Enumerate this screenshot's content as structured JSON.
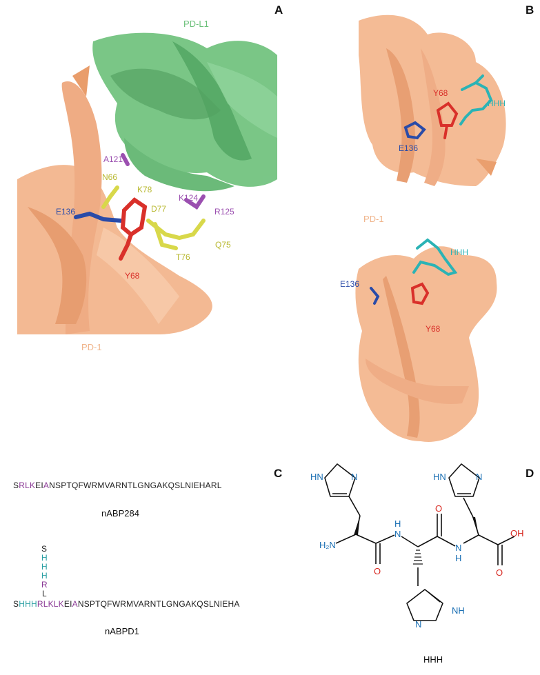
{
  "panels": {
    "a": "A",
    "b": "B",
    "c": "C",
    "d": "D"
  },
  "panel_a": {
    "pdl1_label": "PD-L1",
    "pd1_label": "PD-1",
    "residues": {
      "a121": "A121",
      "n66": "N66",
      "k78": "K78",
      "k124": "K124",
      "r125": "R125",
      "e136": "E136",
      "d77": "D77",
      "q75": "Q75",
      "t76": "T76",
      "y68": "Y68"
    }
  },
  "panel_b": {
    "pd1_label": "PD-1",
    "top": {
      "y68": "Y68",
      "hhh": "HHH",
      "e136": "E136"
    },
    "bottom": {
      "hhh": "HHH",
      "e136": "E136",
      "y68": "Y68"
    }
  },
  "panel_c": {
    "seq1": {
      "prefix": "S",
      "purple": "RLK",
      "mid": "EI",
      "purple2": "A",
      "rest": "NSPTQFWRMVARNTLGNGAKQSLNIEHARL"
    },
    "name1": "nABP284",
    "branch": [
      "S",
      "H",
      "H",
      "H",
      "R",
      "L"
    ],
    "seq2": {
      "prefix": "S",
      "teal": "HHH",
      "purple": "RLKLK",
      "mid": "EI",
      "purple2": "A",
      "rest": "NSPTQFWRMVARNTLGNGAKQSLNIEHA"
    },
    "name2": "nABPD1"
  },
  "panel_d": {
    "hn1": "HN",
    "n1": "N",
    "hn2": "HN",
    "n2": "N",
    "h2n": "H₂N",
    "nh1_n": "N",
    "nh1_h": "H",
    "nh2_n": "N",
    "nh2_h": "H",
    "o1": "O",
    "o2": "O",
    "o3": "O",
    "oh": "OH",
    "n3": "N",
    "nh3": "NH",
    "name": "HHH"
  }
}
